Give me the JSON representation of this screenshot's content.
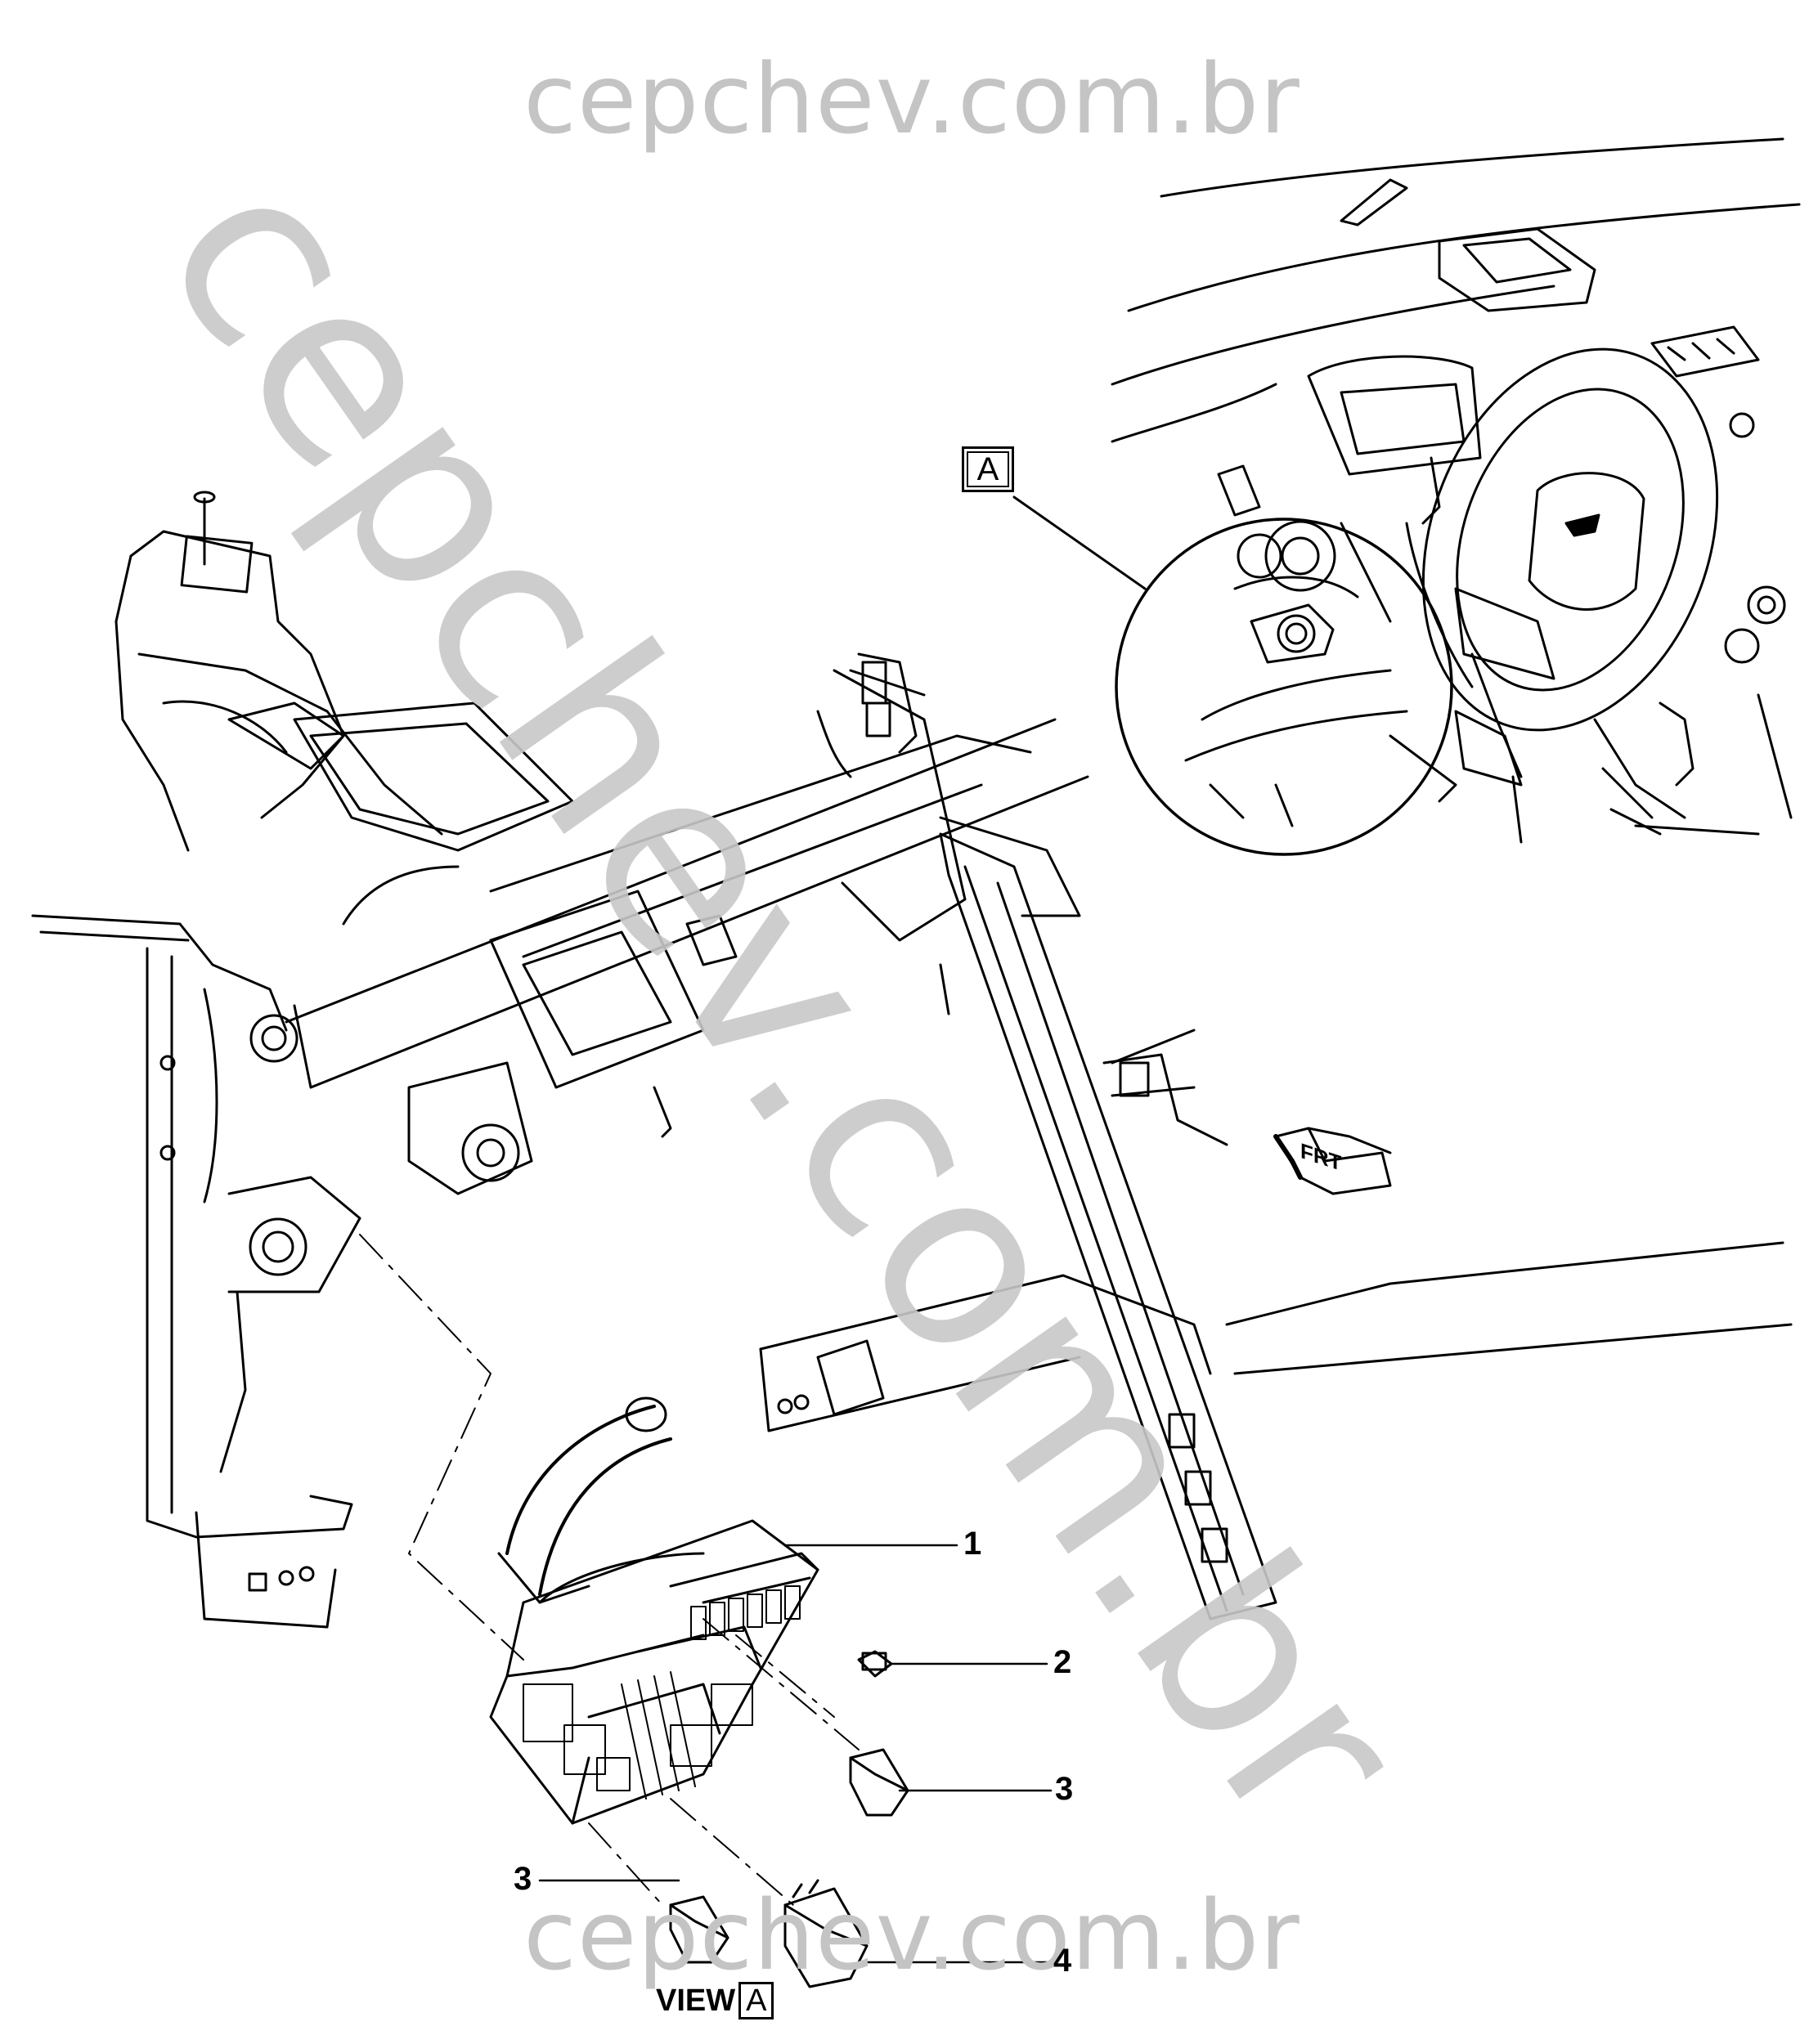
{
  "watermark": {
    "top": "cepchev.com.br",
    "bottom": "cepchev.com.br",
    "diagonal": "cepchev.com.br"
  },
  "view_tag": "A",
  "view_label": {
    "prefix": "VIEW",
    "tag": "A"
  },
  "direction_label": "FRT",
  "callouts": [
    "1",
    "2",
    "3",
    "3",
    "4"
  ],
  "colors": {
    "line": "#000000",
    "watermark": "#c4c4c4",
    "background": "#ffffff"
  }
}
